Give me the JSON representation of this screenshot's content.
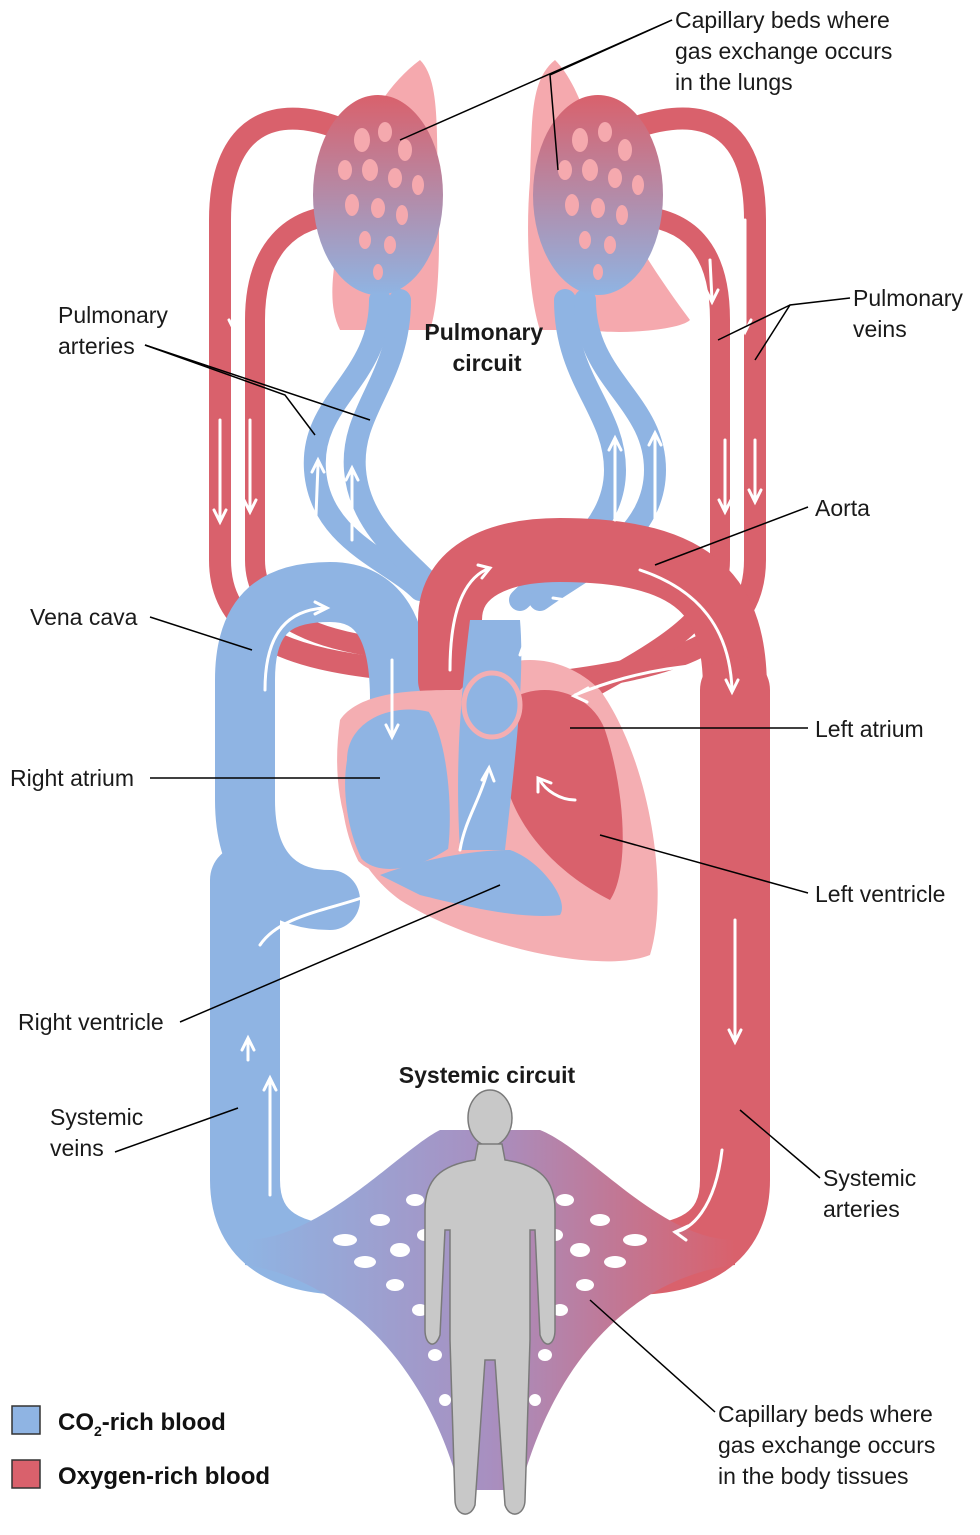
{
  "colors": {
    "co2_blood": "#8fb4e3",
    "oxygen_blood": "#d9616c",
    "lung": "#f5a9ae",
    "heart_wall": "#f4aeb2",
    "body": "#c8c8c8"
  },
  "labels": {
    "capillary_lungs": [
      "Capillary beds where",
      "gas exchange occurs",
      "in the lungs"
    ],
    "pulmonary_veins": [
      "Pulmonary",
      "veins"
    ],
    "pulmonary_arteries": [
      "Pulmonary",
      "arteries"
    ],
    "pulmonary_circuit": [
      "Pulmonary",
      "circuit"
    ],
    "aorta": "Aorta",
    "vena_cava": "Vena cava",
    "left_atrium": "Left atrium",
    "right_atrium": "Right atrium",
    "left_ventricle": "Left ventricle",
    "right_ventricle": "Right ventricle",
    "systemic_circuit": "Systemic circuit",
    "systemic_veins": [
      "Systemic",
      "veins"
    ],
    "systemic_arteries": [
      "Systemic",
      "arteries"
    ],
    "capillary_body": [
      "Capillary beds where",
      "gas exchange occurs",
      "in the body tissues"
    ]
  },
  "legend": {
    "co2_prefix": "CO",
    "co2_sub": "2",
    "co2_suffix": "-rich blood",
    "oxygen": "Oxygen-rich blood"
  }
}
